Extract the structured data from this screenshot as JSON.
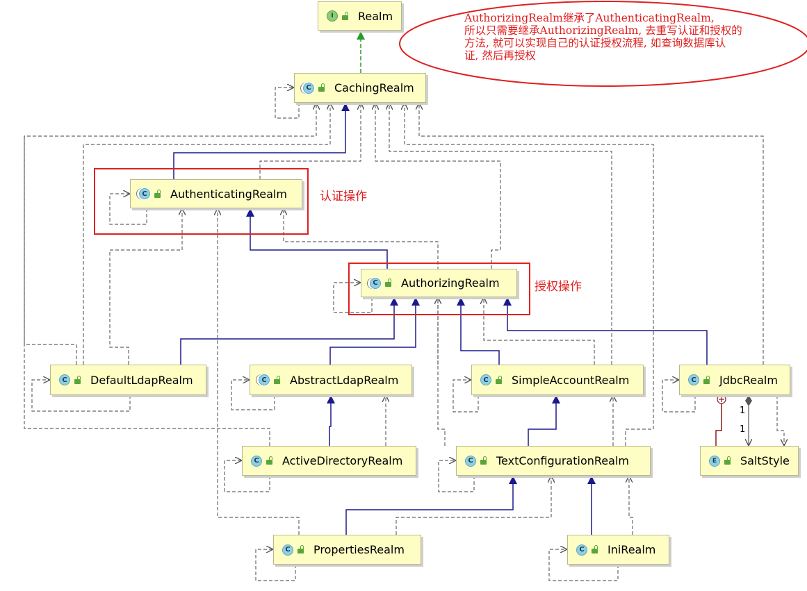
{
  "nodes": {
    "realm": {
      "label": "Realm",
      "kind": "I"
    },
    "caching_realm": {
      "label": "CachingRealm",
      "kind": "C"
    },
    "authenticating_realm": {
      "label": "AuthenticatingRealm",
      "kind": "C"
    },
    "authorizing_realm": {
      "label": "AuthorizingRealm",
      "kind": "C"
    },
    "default_ldap_realm": {
      "label": "DefaultLdapRealm",
      "kind": "C"
    },
    "abstract_ldap_realm": {
      "label": "AbstractLdapRealm",
      "kind": "C"
    },
    "simple_account_realm": {
      "label": "SimpleAccountRealm",
      "kind": "C"
    },
    "jdbc_realm": {
      "label": "JdbcRealm",
      "kind": "C"
    },
    "salt_style": {
      "label": "SaltStyle",
      "kind": "E"
    },
    "active_directory_realm": {
      "label": "ActiveDirectoryRealm",
      "kind": "C"
    },
    "text_configuration_realm": {
      "label": "TextConfigurationRealm",
      "kind": "C"
    },
    "properties_realm": {
      "label": "PropertiesRealm",
      "kind": "C"
    },
    "ini_realm": {
      "label": "IniRealm",
      "kind": "C"
    }
  },
  "annotations": {
    "authentication_label": "认证操作",
    "authorization_label": "授权操作",
    "note_lines": [
      "AuthorizingRealm继承了AuthenticatingRealm,",
      "所以只需要继承AuthorizingRealm, 去重写认证和授权的",
      "方法, 就可以实现自己的认证授权流程, 如查询数据库认",
      "证, 然后再授权"
    ]
  },
  "multiplicity": {
    "upper": "1",
    "lower": "1"
  },
  "colors": {
    "node_fill": "#fdfdc4",
    "extends_line": "#1a1a8c",
    "implements_line": "#2a9a2a",
    "dependency_line": "#666666",
    "highlight": "#e02020",
    "inner_class_line": "#8b1a1a"
  }
}
